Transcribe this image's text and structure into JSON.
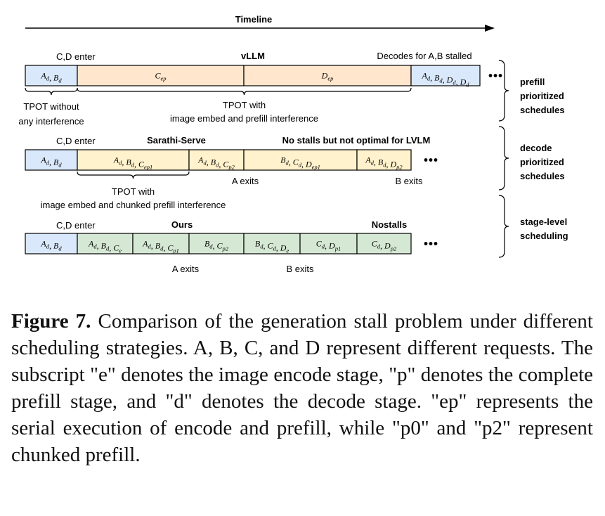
{
  "timeline": {
    "label": "Timeline"
  },
  "colors": {
    "decode": "#dae8fc",
    "prefill": "#ffe6cc",
    "sarathi": "#fff2cc",
    "ours": "#d5e8d4",
    "red": "#cc0000",
    "green": "#2e7d32"
  },
  "rows": [
    {
      "id": "vllm",
      "title": "vLLM",
      "enter": "C,D enter",
      "note": "Decodes for A,B stalled",
      "note_color": "red",
      "cells": [
        {
          "parts": [
            [
              "A",
              "d"
            ],
            [
              "B",
              "d"
            ]
          ],
          "fill": "decode"
        },
        {
          "parts": [
            [
              "C",
              "ep"
            ]
          ],
          "fill": "prefill"
        },
        {
          "parts": [
            [
              "D",
              "ep"
            ]
          ],
          "fill": "prefill"
        },
        {
          "parts": [
            [
              "A",
              "d"
            ],
            [
              "B",
              "d"
            ],
            [
              "D",
              "d"
            ],
            [
              "D",
              "d"
            ]
          ],
          "fill": "decode"
        }
      ],
      "braces": [
        {
          "label": [
            "TPOT without",
            "any interference"
          ]
        },
        {
          "label": [
            "TPOT with",
            "image embed and prefill interference"
          ]
        }
      ],
      "exits": []
    },
    {
      "id": "sarathi",
      "title": "Sarathi-Serve",
      "enter": "C,D enter",
      "note": "No stalls but not optimal for LVLM",
      "note_color": "red",
      "cells": [
        {
          "parts": [
            [
              "A",
              "d"
            ],
            [
              "B",
              "d"
            ]
          ],
          "fill": "decode"
        },
        {
          "parts": [
            [
              "A",
              "d"
            ],
            [
              "B",
              "d"
            ],
            [
              "C",
              "ep1"
            ]
          ],
          "fill": "sarathi"
        },
        {
          "parts": [
            [
              "A",
              "d"
            ],
            [
              "B",
              "d"
            ],
            [
              "C",
              "p2"
            ]
          ],
          "fill": "sarathi"
        },
        {
          "parts": [
            [
              "B",
              "d"
            ],
            [
              "C",
              "d"
            ],
            [
              "D",
              "ep1"
            ]
          ],
          "fill": "sarathi"
        },
        {
          "parts": [
            [
              "A",
              "d"
            ],
            [
              "B",
              "d"
            ],
            [
              "D",
              "p2"
            ]
          ],
          "fill": "sarathi"
        }
      ],
      "braces": [
        {
          "label": [
            "TPOT with",
            "image embed and chunked prefill interference"
          ]
        }
      ],
      "exits": [
        "A exits",
        "B exits"
      ]
    },
    {
      "id": "ours",
      "title": "Ours",
      "enter": "C,D enter",
      "note": "Nostalls",
      "note_color": "green",
      "cells": [
        {
          "parts": [
            [
              "A",
              "d"
            ],
            [
              "B",
              "d"
            ]
          ],
          "fill": "decode"
        },
        {
          "parts": [
            [
              "A",
              "d"
            ],
            [
              "B",
              "d"
            ],
            [
              "C",
              "e"
            ]
          ],
          "fill": "ours"
        },
        {
          "parts": [
            [
              "A",
              "d"
            ],
            [
              "B",
              "d"
            ],
            [
              "C",
              "p1"
            ]
          ],
          "fill": "ours"
        },
        {
          "parts": [
            [
              "B",
              "d"
            ],
            [
              "C",
              "p2"
            ]
          ],
          "fill": "ours"
        },
        {
          "parts": [
            [
              "B",
              "d"
            ],
            [
              "C",
              "d"
            ],
            [
              "D",
              "e"
            ]
          ],
          "fill": "ours"
        },
        {
          "parts": [
            [
              "C",
              "d"
            ],
            [
              "D",
              "p1"
            ]
          ],
          "fill": "ours"
        },
        {
          "parts": [
            [
              "C",
              "d"
            ],
            [
              "D",
              "p2"
            ]
          ],
          "fill": "ours"
        }
      ],
      "braces": [],
      "exits": [
        "A exits",
        "B exits"
      ]
    }
  ],
  "groups": [
    {
      "label": [
        "prefill",
        "prioritized",
        "schedules"
      ]
    },
    {
      "label": [
        "decode",
        "prioritized",
        "schedules"
      ]
    },
    {
      "label": [
        "stage-level",
        "scheduling"
      ]
    }
  ],
  "caption": {
    "label": "Figure 7.",
    "text": "Comparison of the generation stall problem under different scheduling strategies. A, B, C, and D represent different requests. The subscript \"e\" denotes the image encode stage, \"p\" denotes the complete prefill stage, and \"d\" denotes the decode stage. \"ep\" represents the serial execution of encode and prefill, while \"p0\" and \"p2\" represent chunked prefill."
  }
}
